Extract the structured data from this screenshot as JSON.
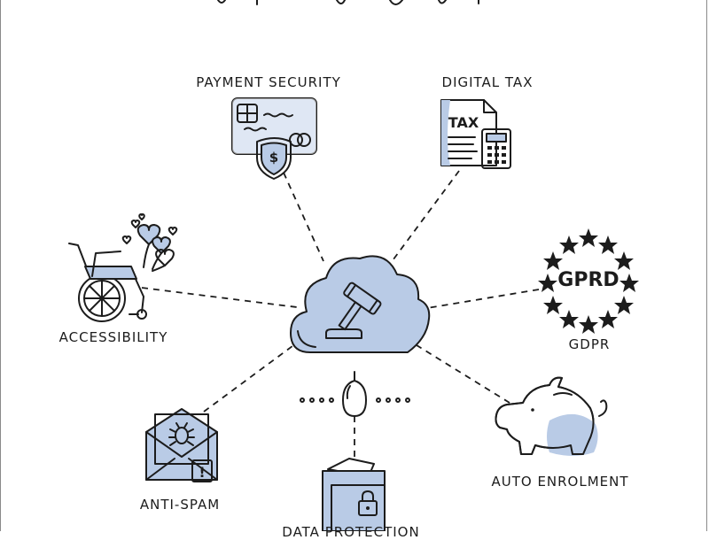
{
  "diagram": {
    "center": {
      "icon": "cloud-gavel-icon"
    },
    "nodes": [
      {
        "id": "payment-security",
        "label": "PAYMENT SECURITY",
        "icon": "credit-card-shield-icon",
        "glyph": "$"
      },
      {
        "id": "digital-tax",
        "label": "DIGITAL TAX",
        "icon": "tax-document-calculator-icon",
        "glyph": "TAX"
      },
      {
        "id": "gdpr",
        "label": "GDPR",
        "icon": "eu-stars-badge-icon",
        "glyph": "GPRD"
      },
      {
        "id": "auto-enrolment",
        "label": "AUTO ENROLMENT",
        "icon": "piggy-bank-icon"
      },
      {
        "id": "data-protection",
        "label": "DATA PROTECTION",
        "icon": "folder-padlock-icon"
      },
      {
        "id": "anti-spam",
        "label": "ANTI-SPAM",
        "icon": "envelope-bug-icon",
        "glyph": "!"
      },
      {
        "id": "accessibility",
        "label": "ACCESSIBILITY",
        "icon": "wheelchair-balloons-icon"
      }
    ],
    "colors": {
      "ink": "#1c1c1c",
      "accent": "#b9cbe6",
      "frame": "#8a8a8a"
    }
  }
}
